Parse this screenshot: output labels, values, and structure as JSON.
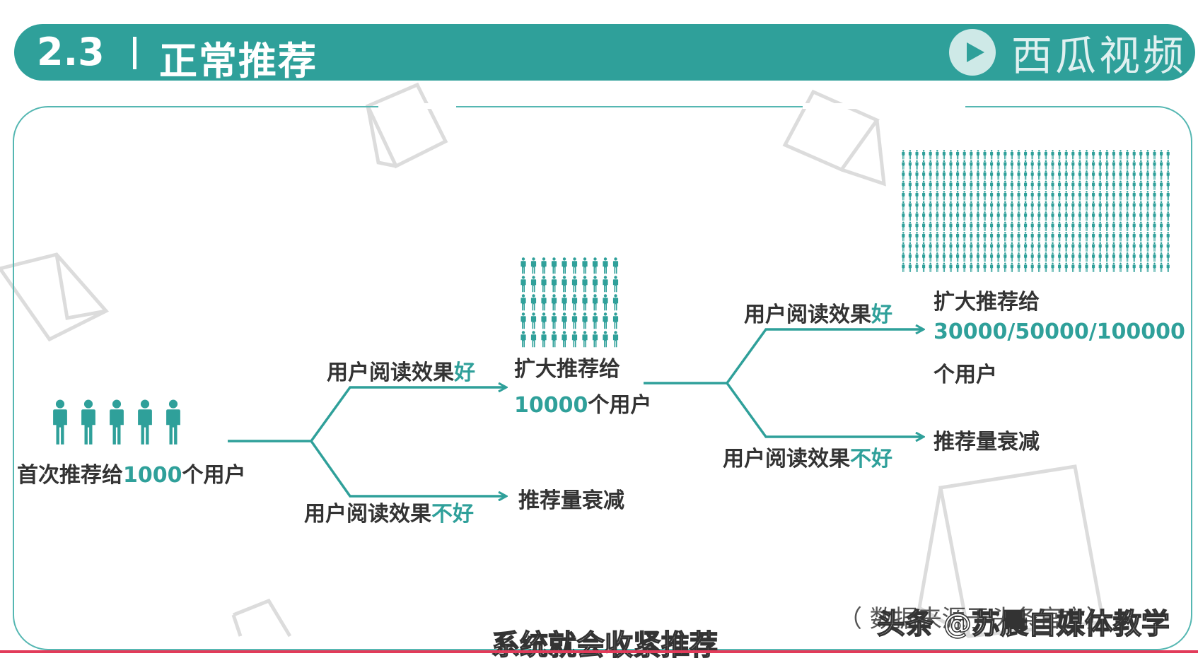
{
  "header": {
    "section_number": "2.3",
    "title": "正常推荐",
    "brand": "西瓜视频"
  },
  "colors": {
    "accent": "#2fa09a",
    "text": "#333333",
    "frame": "#55b7b2"
  },
  "flow": {
    "start_label_prefix": "首次推荐给",
    "start_count": "1000",
    "start_label_suffix": "个用户",
    "branch1_good_prefix": "用户阅读效果",
    "branch1_good_word": "好",
    "branch1_bad_prefix": "用户阅读效果",
    "branch1_bad_word": "不好",
    "expand1_line1": "扩大推荐给",
    "expand1_count": "10000",
    "expand1_suffix": "个用户",
    "decay1": "推荐量衰减",
    "branch2_good_prefix": "用户阅读效果",
    "branch2_good_word": "好",
    "branch2_bad_prefix": "用户阅读效果",
    "branch2_bad_word": "不好",
    "expand2_line1": "扩大推荐给",
    "expand2_count": "30000/50000/100000",
    "expand2_suffix": "个用户",
    "decay2": "推荐量衰减"
  },
  "footnote": "（ 数据来源于头条官方）",
  "watermark": "头条 @苏晨自媒体教学",
  "subtitle": "系统就会收紧推荐"
}
